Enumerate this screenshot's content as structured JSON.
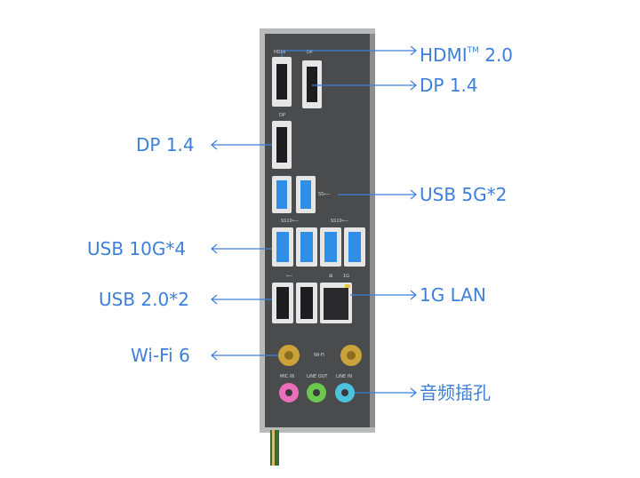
{
  "panel": {
    "port_labels": {
      "hdmi": "HDMI",
      "dp_top": "DP",
      "dp_mid": "DP",
      "usb_5g": "SS⟵",
      "usb_10g_left": "SS10⟵",
      "usb_10g_right": "SS10⟵",
      "usb_2": "⟵",
      "lan": "1G",
      "wifi": "Wi-Fi",
      "mic_in": "MIC IN",
      "line_out": "LINE OUT",
      "line_in": "LINE IN"
    },
    "colors": {
      "panel_body": "#4a4b4d",
      "usb3_blue": "#2f8fe6",
      "antenna_gold": "#c9a33a",
      "mic_pink": "#ea6fb8",
      "line_out_green": "#6cc84c",
      "line_in_cyan": "#4cc3dd"
    }
  },
  "callouts": {
    "hdmi": {
      "text": "HDMI",
      "superscript": "TM",
      "suffix": " 2.0"
    },
    "dp_top": "DP 1.4",
    "dp_left": "DP 1.4",
    "usb_5g": "USB 5G*2",
    "usb_10g": "USB 10G*4",
    "usb_20": "USB 2.0*2",
    "lan": "1G LAN",
    "wifi": "Wi-Fi 6",
    "audio": "音频插孔"
  },
  "accent_color": "#3d7fd9"
}
